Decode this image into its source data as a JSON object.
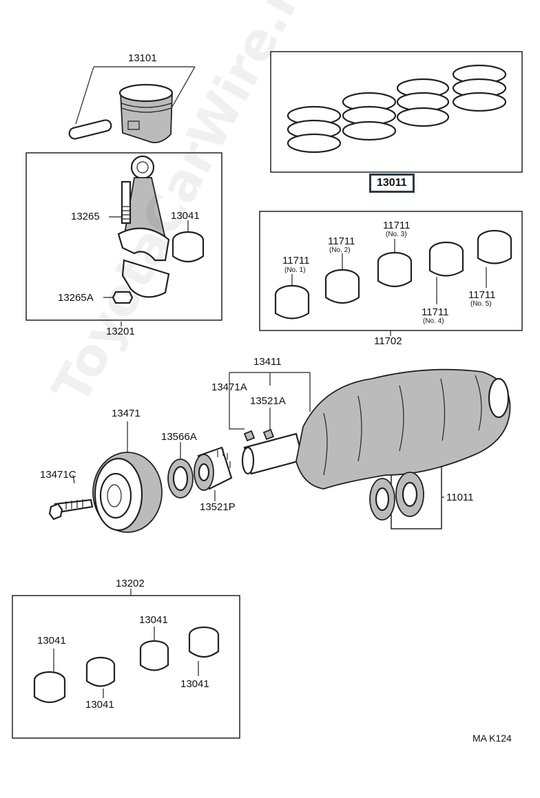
{
  "watermark": "ToyotaCarWire.ru",
  "diagram_code": "MA K124",
  "highlight_color": "#2b3a45",
  "labels": {
    "piston": "13101",
    "piston_ring_set": "13011",
    "conrod_bolt": "13265",
    "conrod_bearing_top": "13041",
    "conrod_nut": "13265A",
    "conrod_assy": "13201",
    "main_bearing_1": "11711",
    "main_bearing_1_no": "(No. 1)",
    "main_bearing_2": "11711",
    "main_bearing_2_no": "(No. 2)",
    "main_bearing_3": "11711",
    "main_bearing_3_no": "(No. 3)",
    "main_bearing_4": "11711",
    "main_bearing_4_no": "(No. 4)",
    "main_bearing_5": "11711",
    "main_bearing_5_no": "(No. 5)",
    "main_bearing_set": "11702",
    "crankshaft": "13411",
    "pulley_key": "13471A",
    "gear_key": "13521A",
    "pulley": "13471",
    "oil_seal_spacer": "13566A",
    "pulley_bolt": "13471C",
    "timing_gear": "13521P",
    "thrust_washer": "11011",
    "conrod_bearing_set": "13202",
    "set_bearing_a": "13041",
    "set_bearing_b": "13041",
    "set_bearing_c": "13041",
    "set_bearing_d": "13041"
  }
}
